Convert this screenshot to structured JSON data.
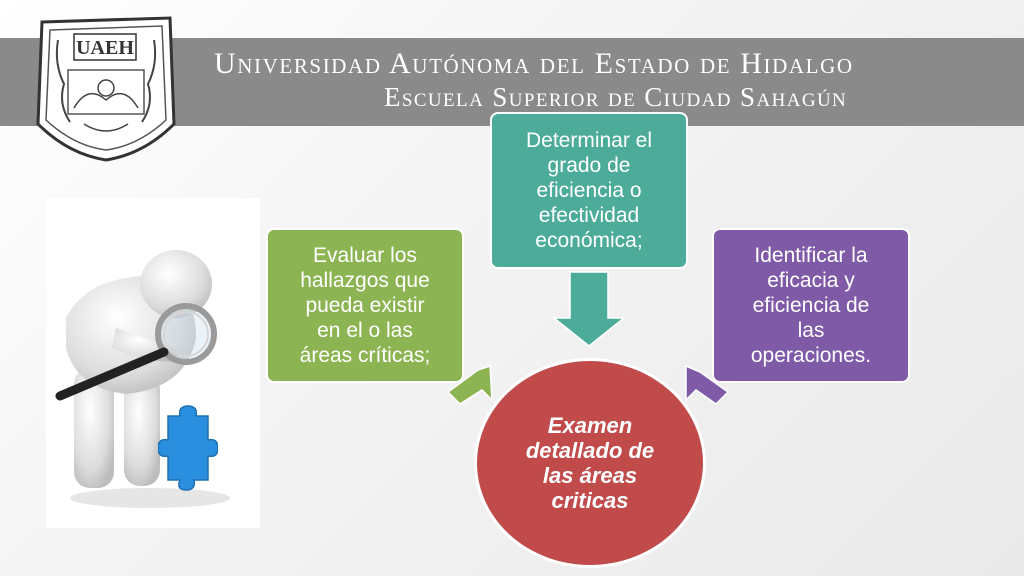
{
  "header": {
    "university": "Universidad Autónoma del Estado de Hidalgo",
    "school": "Escuela Superior de Ciudad Sahagún",
    "seal_text": "UAEH"
  },
  "diagram": {
    "center": "Examen\ndetallado de\nlas áreas\ncriticas",
    "nodes": [
      {
        "id": "left",
        "text": "Evaluar los\nhallazgos que\npueda existir\nen el o las\náreas críticas;"
      },
      {
        "id": "top",
        "text": "Determinar el\ngrado de\neficiencia o\nefectividad\neconómica;"
      },
      {
        "id": "right",
        "text": "Identificar la\neficacia y\neficiencia de\nlas\noperaciones."
      }
    ]
  },
  "colors": {
    "header_band": "#8a8a8a",
    "left_node": "#8db453",
    "top_node": "#4cab99",
    "right_node": "#7f5aa6",
    "center_node": "#c14b4b",
    "puzzle": "#2b8fe0"
  },
  "illustration": {
    "icons": [
      "magnifying-glass-icon",
      "puzzle-piece-icon",
      "figure-icon"
    ]
  }
}
